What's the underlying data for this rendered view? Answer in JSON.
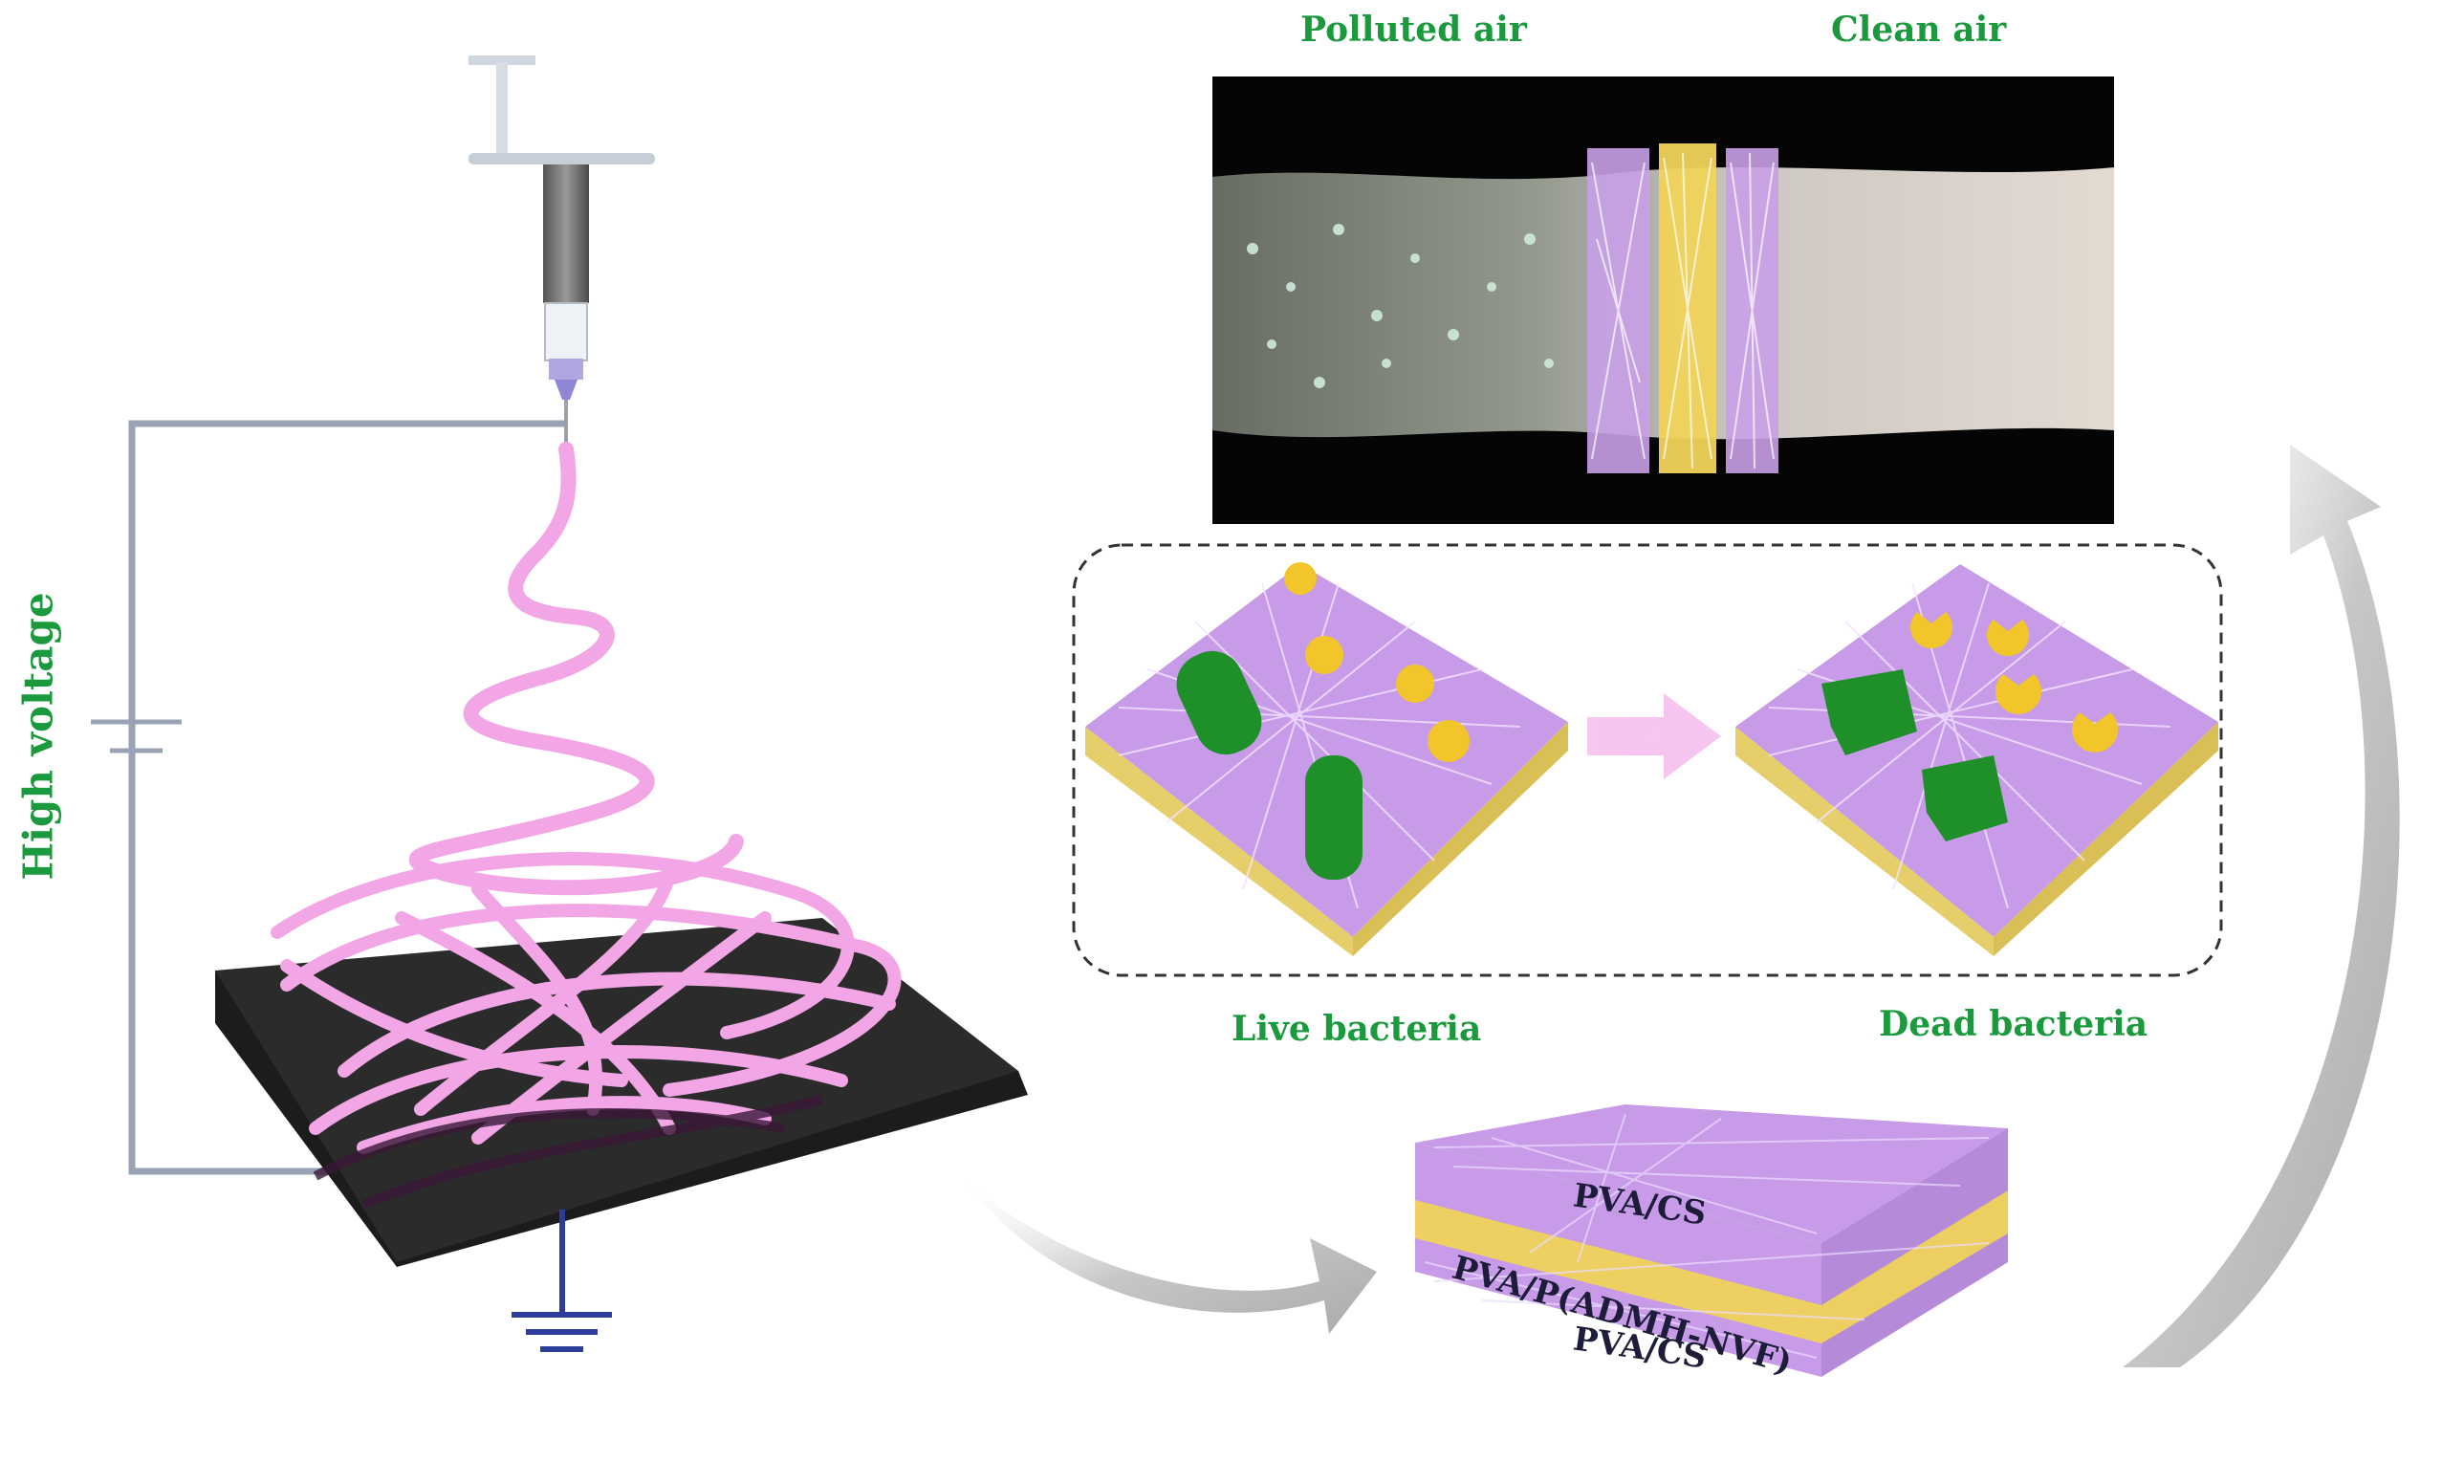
{
  "labels": {
    "high_voltage": "High voltage",
    "polluted_air": "Polluted air",
    "clean_air": "Clean air",
    "live_bacteria": "Live bacteria",
    "dead_bacteria": "Dead bacteria"
  },
  "layers": [
    {
      "label": "PVA/CS"
    },
    {
      "label": "PVA/P(ADMH-NVF)"
    },
    {
      "label": "PVA/CS"
    }
  ],
  "colors": {
    "label_green": "#1a9a3c",
    "fiber_pink": "#f2a6e6",
    "fiber_purple": "#c79be8",
    "fiber_yellow": "#f0d25a",
    "bacteria_green": "#1f8f2a",
    "particle_yellow": "#f2c52a",
    "collector_black": "#1c1c1c",
    "arrow_grey": "#b8b8b8"
  },
  "icons": [
    "syringe-icon",
    "ground-icon",
    "battery-icon"
  ]
}
